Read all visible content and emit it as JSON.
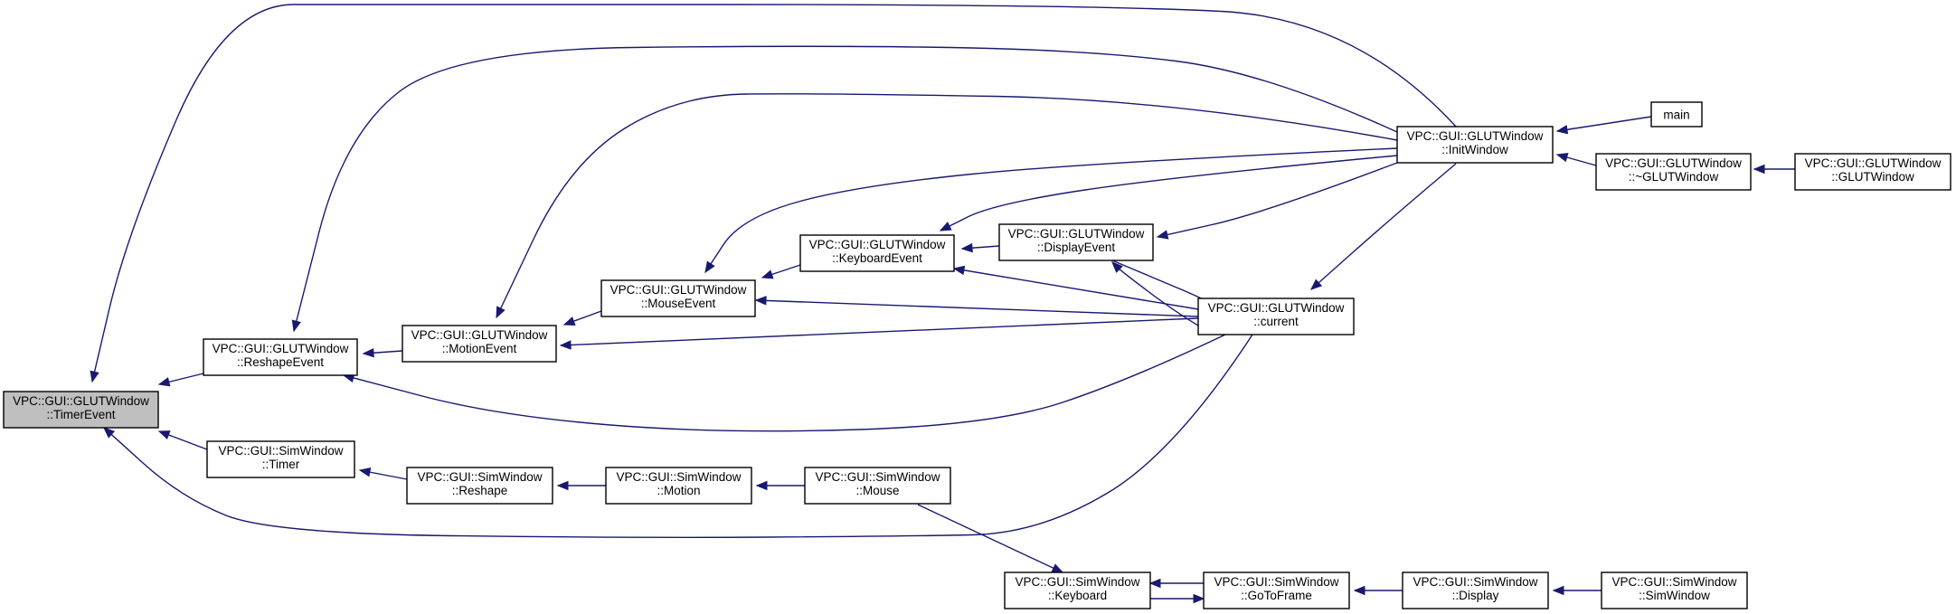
{
  "nodes": [
    {
      "id": "timerevent",
      "lines": [
        "VPC::GUI::GLUTWindow",
        "::TimerEvent"
      ],
      "highlight": true
    },
    {
      "id": "reshapeevent",
      "lines": [
        "VPC::GUI::GLUTWindow",
        "::ReshapeEvent"
      ]
    },
    {
      "id": "motionevent",
      "lines": [
        "VPC::GUI::GLUTWindow",
        "::MotionEvent"
      ]
    },
    {
      "id": "mouseevent",
      "lines": [
        "VPC::GUI::GLUTWindow",
        "::MouseEvent"
      ]
    },
    {
      "id": "keyboardevent",
      "lines": [
        "VPC::GUI::GLUTWindow",
        "::KeyboardEvent"
      ]
    },
    {
      "id": "displayevent",
      "lines": [
        "VPC::GUI::GLUTWindow",
        "::DisplayEvent"
      ]
    },
    {
      "id": "current",
      "lines": [
        "VPC::GUI::GLUTWindow",
        "::current"
      ]
    },
    {
      "id": "initwindow",
      "lines": [
        "VPC::GUI::GLUTWindow",
        "::InitWindow"
      ]
    },
    {
      "id": "main",
      "lines": [
        "main"
      ]
    },
    {
      "id": "dtor",
      "lines": [
        "VPC::GUI::GLUTWindow",
        "::~GLUTWindow"
      ]
    },
    {
      "id": "ctor",
      "lines": [
        "VPC::GUI::GLUTWindow",
        "::GLUTWindow"
      ]
    },
    {
      "id": "timer",
      "lines": [
        "VPC::GUI::SimWindow",
        "::Timer"
      ]
    },
    {
      "id": "reshape",
      "lines": [
        "VPC::GUI::SimWindow",
        "::Reshape"
      ]
    },
    {
      "id": "motion",
      "lines": [
        "VPC::GUI::SimWindow",
        "::Motion"
      ]
    },
    {
      "id": "mouse",
      "lines": [
        "VPC::GUI::SimWindow",
        "::Mouse"
      ]
    },
    {
      "id": "keyboard",
      "lines": [
        "VPC::GUI::SimWindow",
        "::Keyboard"
      ]
    },
    {
      "id": "gotoframe",
      "lines": [
        "VPC::GUI::SimWindow",
        "::GoToFrame"
      ]
    },
    {
      "id": "display",
      "lines": [
        "VPC::GUI::SimWindow",
        "::Display"
      ]
    },
    {
      "id": "simwindow",
      "lines": [
        "VPC::GUI::SimWindow",
        "::SimWindow"
      ]
    }
  ],
  "edges": [
    {
      "from": "timerevent",
      "to": "reshapeevent"
    },
    {
      "from": "timerevent",
      "to": "timer"
    },
    {
      "from": "timerevent",
      "to": "initwindow"
    },
    {
      "from": "timerevent",
      "to": "current"
    },
    {
      "from": "reshapeevent",
      "to": "motionevent"
    },
    {
      "from": "reshapeevent",
      "to": "initwindow"
    },
    {
      "from": "reshapeevent",
      "to": "current"
    },
    {
      "from": "motionevent",
      "to": "mouseevent"
    },
    {
      "from": "motionevent",
      "to": "initwindow"
    },
    {
      "from": "motionevent",
      "to": "current"
    },
    {
      "from": "mouseevent",
      "to": "keyboardevent"
    },
    {
      "from": "mouseevent",
      "to": "initwindow"
    },
    {
      "from": "mouseevent",
      "to": "current"
    },
    {
      "from": "keyboardevent",
      "to": "displayevent"
    },
    {
      "from": "keyboardevent",
      "to": "initwindow"
    },
    {
      "from": "keyboardevent",
      "to": "current"
    },
    {
      "from": "displayevent",
      "to": "current"
    },
    {
      "from": "displayevent",
      "to": "initwindow"
    },
    {
      "from": "current",
      "to": "displayevent"
    },
    {
      "from": "current",
      "to": "initwindow"
    },
    {
      "from": "initwindow",
      "to": "main"
    },
    {
      "from": "initwindow",
      "to": "dtor"
    },
    {
      "from": "dtor",
      "to": "ctor"
    },
    {
      "from": "timer",
      "to": "reshape"
    },
    {
      "from": "reshape",
      "to": "motion"
    },
    {
      "from": "motion",
      "to": "mouse"
    },
    {
      "from": "mouse",
      "to": "keyboard"
    },
    {
      "from": "keyboard",
      "to": "gotoframe"
    },
    {
      "from": "gotoframe",
      "to": "keyboard"
    },
    {
      "from": "gotoframe",
      "to": "display"
    },
    {
      "from": "display",
      "to": "simwindow"
    }
  ]
}
